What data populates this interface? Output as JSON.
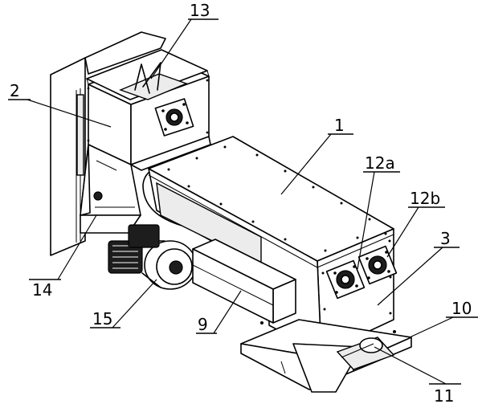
{
  "labels": {
    "l1": "1",
    "l2": "2",
    "l3": "3",
    "l9": "9",
    "l10": "10",
    "l11": "11",
    "l12a": "12a",
    "l12b": "12b",
    "l13": "13",
    "l14": "14",
    "l15": "15"
  }
}
